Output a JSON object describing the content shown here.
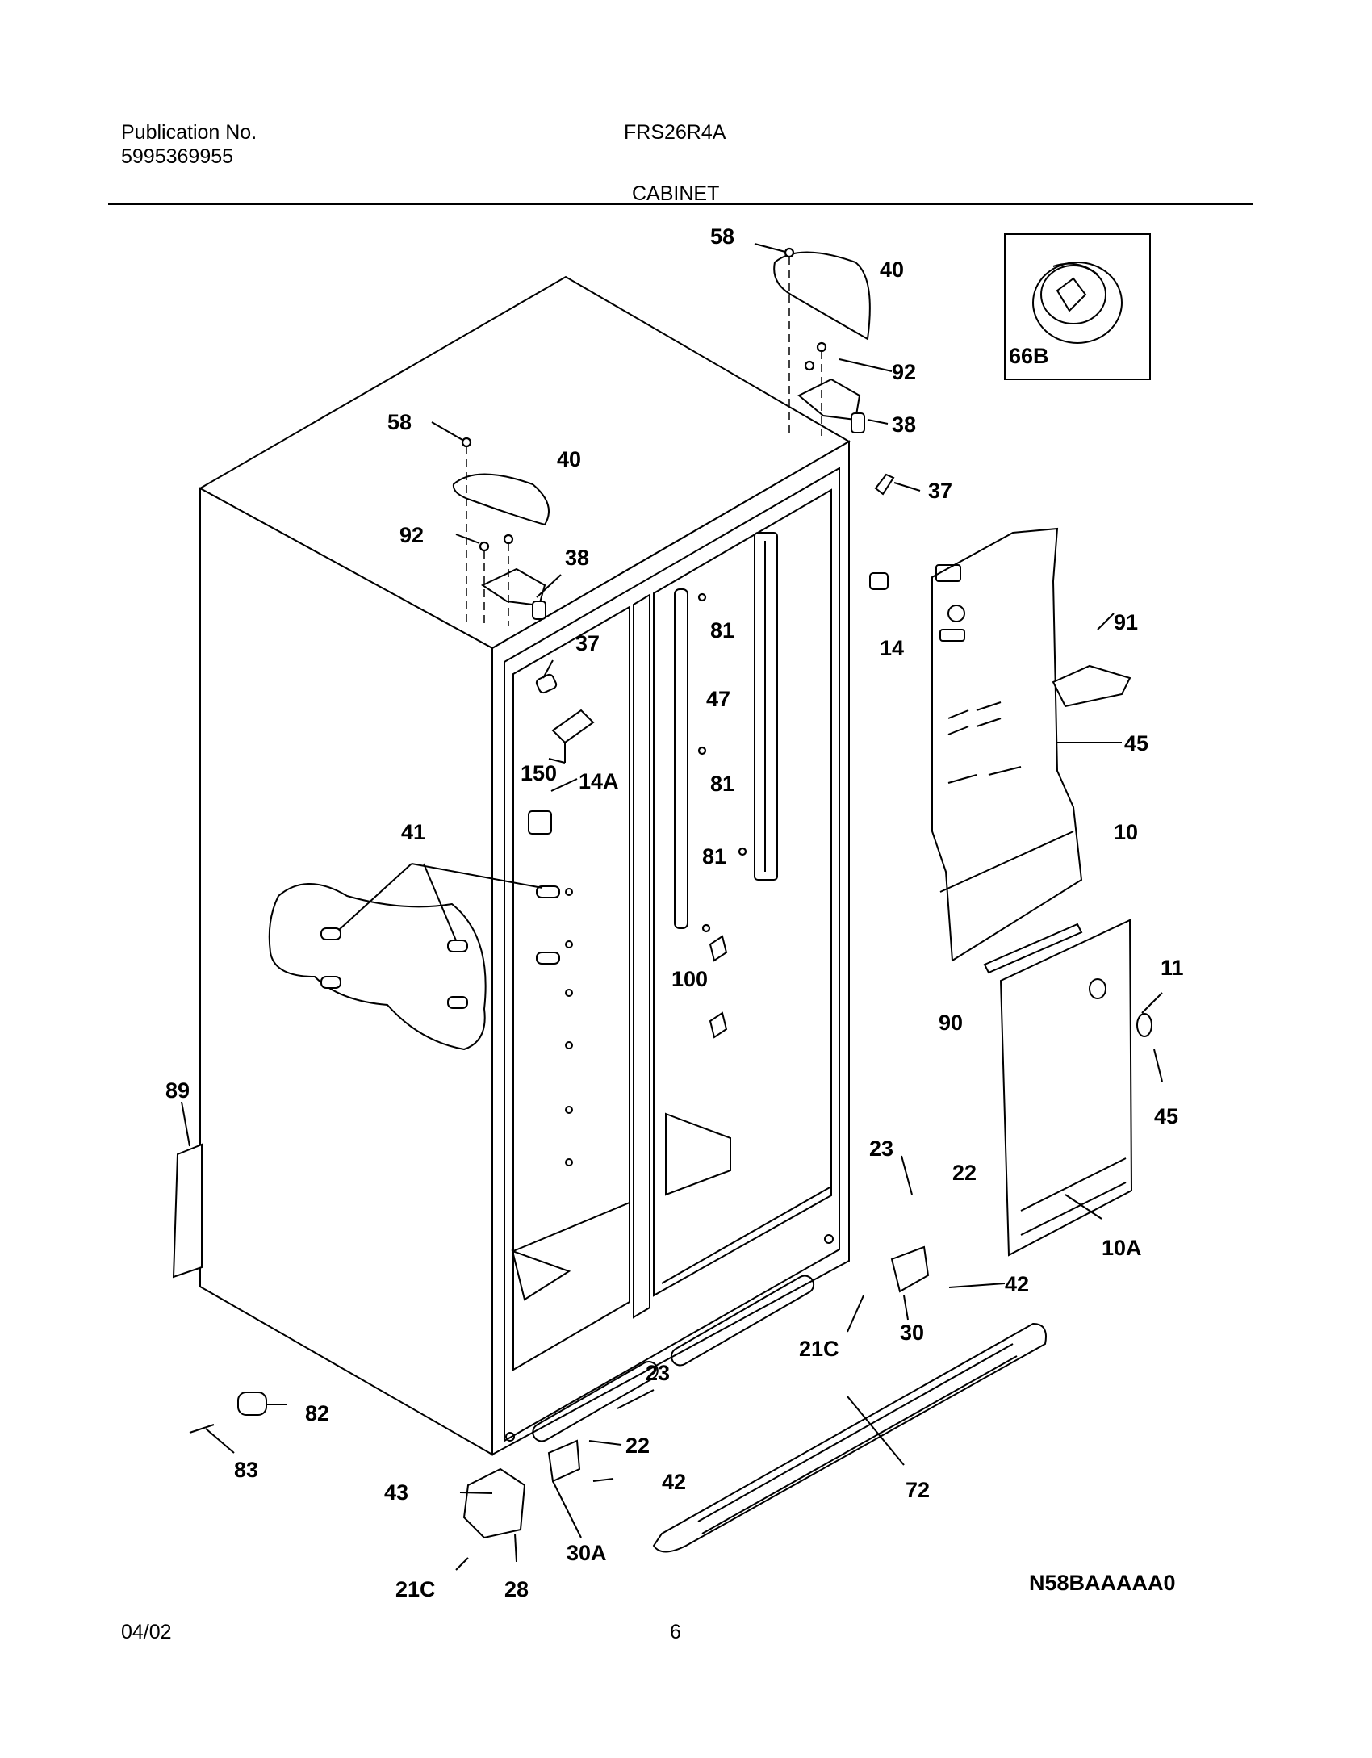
{
  "header": {
    "publication_label": "Publication No.",
    "publication_number": "5995369955",
    "model": "FRS26R4A",
    "section": "CABINET"
  },
  "footer": {
    "date": "04/02",
    "page": "6"
  },
  "diagram_code": "N58BAAAAA0",
  "inset_label": "66B",
  "callouts": {
    "c58a": "58",
    "c40a": "40",
    "c92a": "92",
    "c38a": "38",
    "c37a": "37",
    "c58b": "58",
    "c40b": "40",
    "c92b": "92",
    "c38b": "38",
    "c37b": "37",
    "c150": "150",
    "c14a": "14A",
    "c41": "41",
    "c81a": "81",
    "c47": "47",
    "c81b": "81",
    "c81c": "81",
    "c100": "100",
    "c14": "14",
    "c91": "91",
    "c45a": "45",
    "c10": "10",
    "c11": "11",
    "c90": "90",
    "c45b": "45",
    "c10a": "10A",
    "c23a": "23",
    "c22a": "22",
    "c42a": "42",
    "c30": "30",
    "c21ca": "21C",
    "c89": "89",
    "c82": "82",
    "c83": "83",
    "c23b": "23",
    "c22b": "22",
    "c42b": "42",
    "c72": "72",
    "c43": "43",
    "c21cb": "21C",
    "c28": "28",
    "c30a": "30A"
  }
}
